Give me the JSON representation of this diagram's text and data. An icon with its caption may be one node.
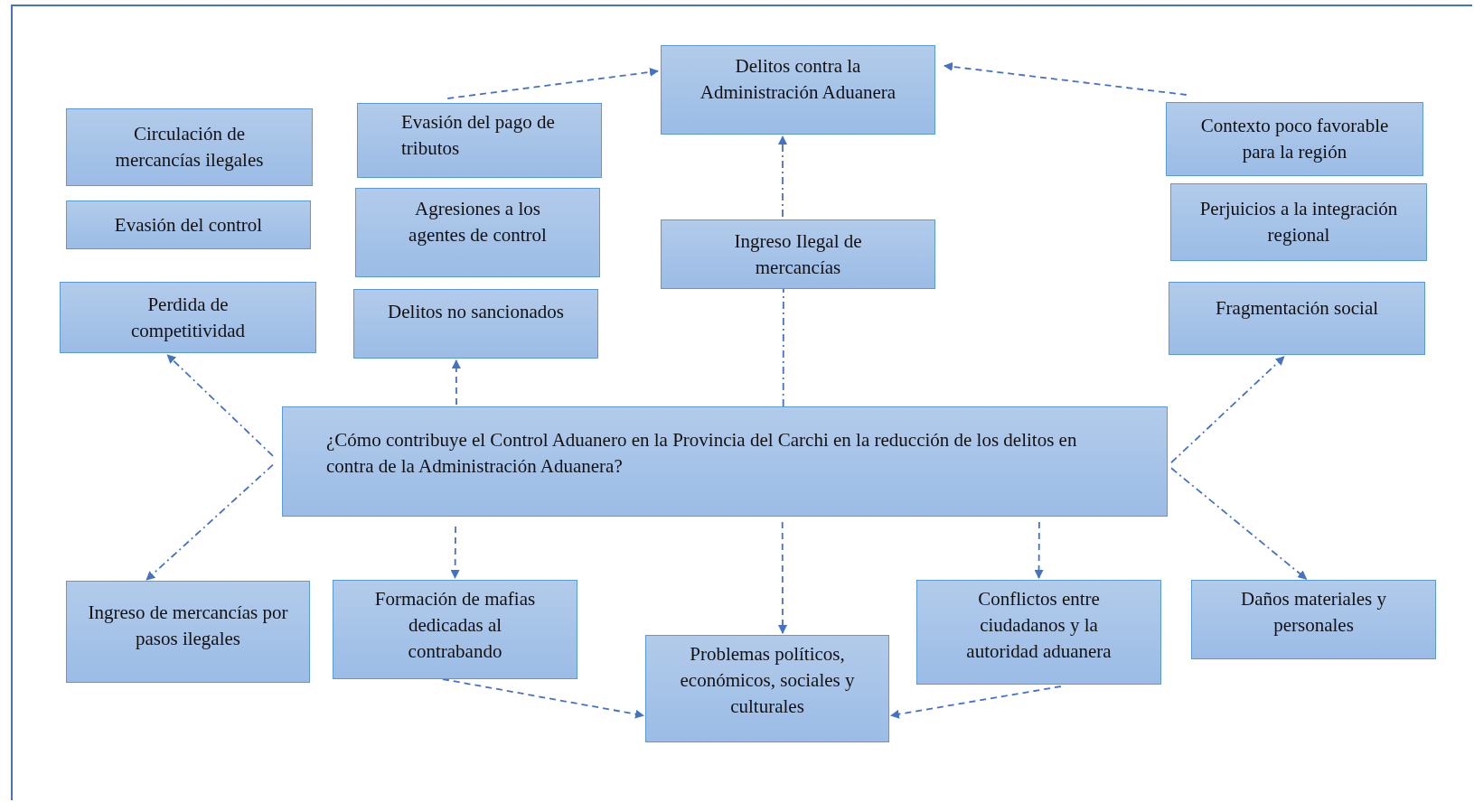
{
  "diagram": {
    "nodes": [
      {
        "text": [
          "Delitos contra la Administración Aduanera"
        ]
      },
      {
        "text": [
          "Circulación de mercancías ilegales"
        ]
      },
      {
        "text": [
          "Evasión del pago de tributos"
        ]
      },
      {
        "text": [
          "Contexto poco favorable para la región"
        ]
      },
      {
        "text": [
          "Evasión del control"
        ]
      },
      {
        "text": [
          "Agresiones a los agentes de control"
        ]
      },
      {
        "text": [
          "Ingreso Ilegal de mercancías"
        ]
      },
      {
        "text": [
          "Perjuicios a la integración regional"
        ]
      },
      {
        "text": [
          "Perdida de competitividad"
        ]
      },
      {
        "text": [
          "Delitos no sancionados"
        ]
      },
      {
        "text": [
          "Fragmentación social"
        ]
      },
      {
        "text": [
          "¿Cómo contribuye el Control Aduanero en la Provincia del Carchi en la reducción de los delitos en contra de la Administración Aduanera?"
        ]
      },
      {
        "text": [
          "Ingreso de mercancías por pasos ilegales"
        ]
      },
      {
        "text": [
          "Formación de mafias dedicadas al contrabando"
        ]
      },
      {
        "text": [
          "Conflictos entre ciudadanos y la autoridad aduanera"
        ]
      },
      {
        "text": [
          "Daños materiales y personales"
        ]
      },
      {
        "text": [
          "Problemas políticos, económicos, sociales y culturales"
        ]
      }
    ],
    "edges": [
      {
        "from": 2,
        "to": 0,
        "arrow": "to",
        "style": "dashed"
      },
      {
        "from": 3,
        "to": 0,
        "arrow": "to",
        "style": "dashed"
      },
      {
        "from": 6,
        "to": 0,
        "arrow": "to",
        "style": "dashed"
      },
      {
        "from": 11,
        "to": 6,
        "arrow": "none",
        "style": "dashed"
      },
      {
        "from": 11,
        "to": 9,
        "arrow": "to",
        "style": "dashed"
      },
      {
        "from": 11,
        "to": 8,
        "arrow": "to",
        "style": "dashed"
      },
      {
        "from": 11,
        "to": 12,
        "arrow": "to",
        "style": "dashed"
      },
      {
        "from": 11,
        "to": 10,
        "arrow": "to",
        "style": "dashed"
      },
      {
        "from": 11,
        "to": 15,
        "arrow": "to",
        "style": "dashed"
      },
      {
        "from": 11,
        "to": 13,
        "arrow": "to",
        "style": "dashed"
      },
      {
        "from": 11,
        "to": 16,
        "arrow": "to",
        "style": "dashed"
      },
      {
        "from": 11,
        "to": 14,
        "arrow": "to",
        "style": "dashed"
      },
      {
        "from": 13,
        "to": 16,
        "arrow": "to",
        "style": "dashed"
      },
      {
        "from": 14,
        "to": 16,
        "arrow": "to",
        "style": "dashed"
      }
    ]
  }
}
